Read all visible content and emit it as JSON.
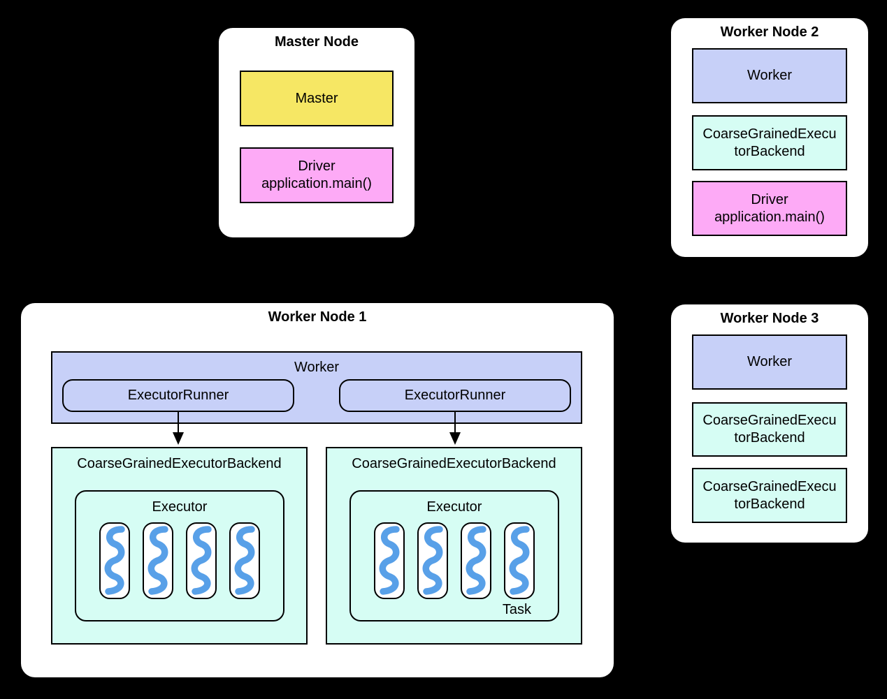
{
  "diagram": {
    "background_color": "#000000",
    "panel_color": "#ffffff",
    "border_color": "#000000",
    "colors": {
      "master_box": "#f6e764",
      "driver_box": "#fdaaf6",
      "worker_box": "#c7d0f8",
      "backend_box": "#d6fdf4",
      "task_squiggle": "#58a0e8"
    },
    "master_node": {
      "title": "Master Node",
      "master_label": "Master",
      "driver_label": "Driver\napplication.main()"
    },
    "worker_node_2": {
      "title": "Worker Node 2",
      "worker_label": "Worker",
      "backend_label": "CoarseGrainedExecu\ntorBackend",
      "driver_label": "Driver\napplication.main()"
    },
    "worker_node_3": {
      "title": "Worker Node 3",
      "worker_label": "Worker",
      "backend_label_1": "CoarseGrainedExecu\ntorBackend",
      "backend_label_2": "CoarseGrainedExecu\ntorBackend"
    },
    "worker_node_1": {
      "title": "Worker Node 1",
      "worker_label": "Worker",
      "executor_runner_1": "ExecutorRunner",
      "executor_runner_2": "ExecutorRunner",
      "backend_1": {
        "label": "CoarseGrainedExecutorBackend",
        "executor_label": "Executor"
      },
      "backend_2": {
        "label": "CoarseGrainedExecutorBackend",
        "executor_label": "Executor",
        "task_label": "Task"
      }
    }
  }
}
